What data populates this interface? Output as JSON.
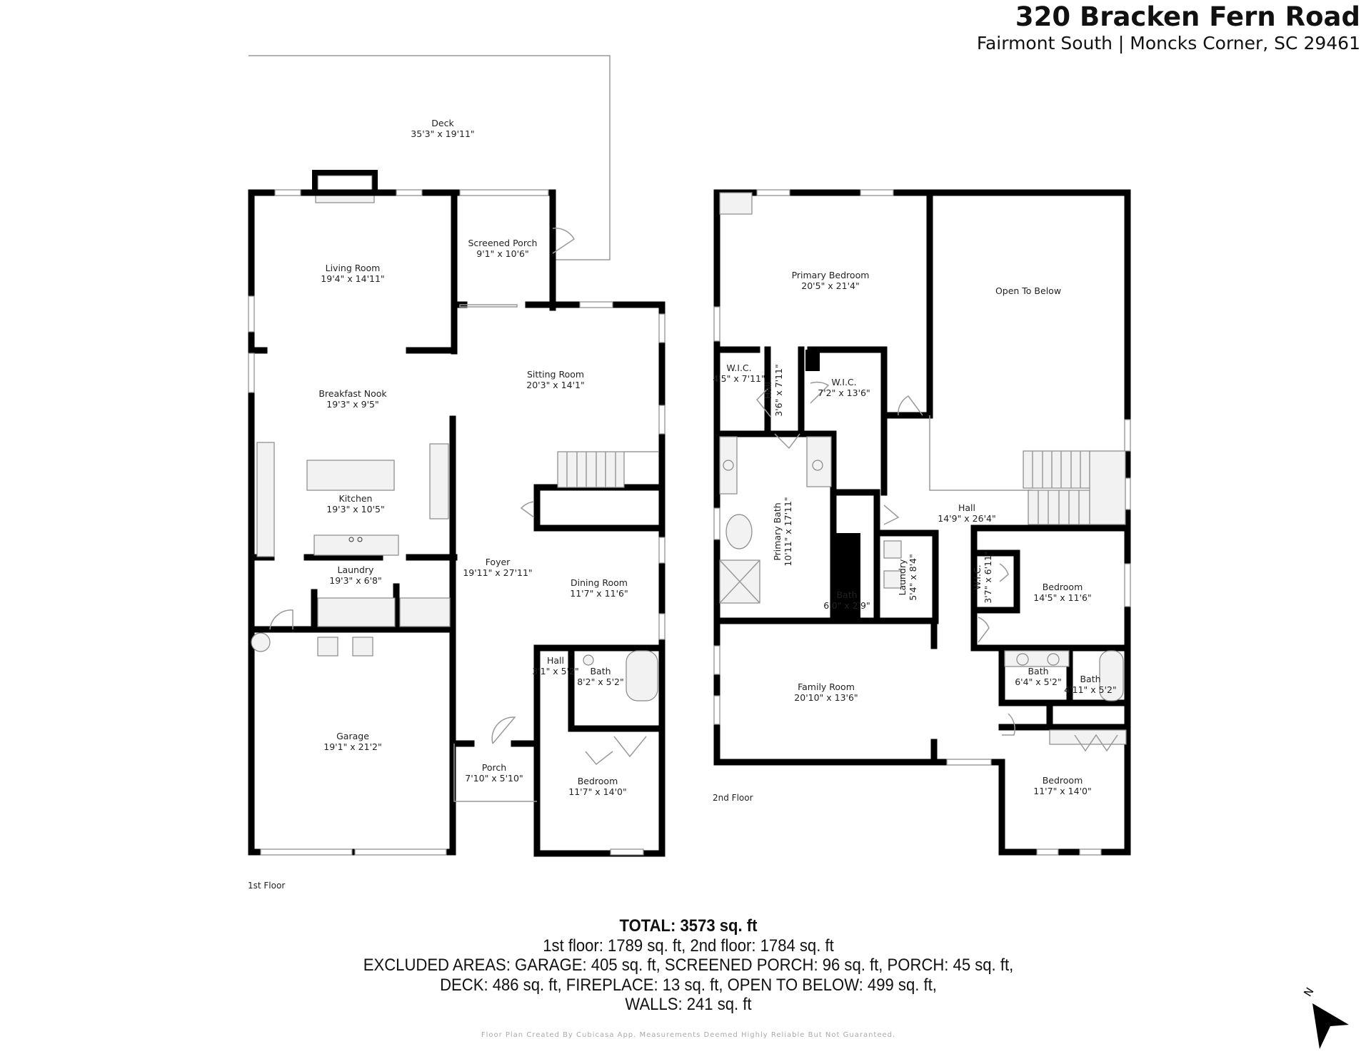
{
  "header": {
    "title": "320 Bracken Fern Road",
    "subtitle": "Fairmont South | Moncks Corner, SC 29461"
  },
  "floors": [
    {
      "label": "1st Floor",
      "rooms": [
        {
          "name": "Deck",
          "dims": "35'3\" x 19'11\""
        },
        {
          "name": "Screened Porch",
          "dims": "9'1\" x 10'6\""
        },
        {
          "name": "Living Room",
          "dims": "19'4\" x 14'11\""
        },
        {
          "name": "Breakfast Nook",
          "dims": "19'3\" x 9'5\""
        },
        {
          "name": "Sitting Room",
          "dims": "20'3\" x 14'1\""
        },
        {
          "name": "Kitchen",
          "dims": "19'3\" x 10'5\""
        },
        {
          "name": "Foyer",
          "dims": "19'11\" x 27'11\""
        },
        {
          "name": "Laundry",
          "dims": "19'3\" x 6'8\""
        },
        {
          "name": "Dining Room",
          "dims": "11'7\" x 11'6\""
        },
        {
          "name": "Hall",
          "dims": "3'1\" x 5'2\""
        },
        {
          "name": "Bath",
          "dims": "8'2\" x 5'2\""
        },
        {
          "name": "Garage",
          "dims": "19'1\" x 21'2\""
        },
        {
          "name": "Porch",
          "dims": "7'10\" x 5'10\""
        },
        {
          "name": "Bedroom",
          "dims": "11'7\" x 14'0\""
        }
      ]
    },
    {
      "label": "2nd Floor",
      "rooms": [
        {
          "name": "Primary Bedroom",
          "dims": "20'5\" x 21'4\""
        },
        {
          "name": "Open To Below",
          "dims": ""
        },
        {
          "name": "W.I.C.",
          "dims": "4'5\" x 7'11\""
        },
        {
          "name": "Hall",
          "dims": "3'6\" x 7'11\""
        },
        {
          "name": "W.I.C.",
          "dims": "7'2\" x 13'6\""
        },
        {
          "name": "Primary Bath",
          "dims": "10'11\" x 17'11\""
        },
        {
          "name": "Hall",
          "dims": "14'9\" x 26'4\""
        },
        {
          "name": "Laundry",
          "dims": "5'4\" x 8'4\""
        },
        {
          "name": "W.I.C.",
          "dims": "3'7\" x 6'11\""
        },
        {
          "name": "Bedroom",
          "dims": "14'5\" x 11'6\""
        },
        {
          "name": "Bath",
          "dims": "6'0\" x 2'9\""
        },
        {
          "name": "Family Room",
          "dims": "20'10\" x 13'6\""
        },
        {
          "name": "Bath",
          "dims": "6'4\" x 5'2\""
        },
        {
          "name": "Bath",
          "dims": "4'11\" x 5'2\""
        },
        {
          "name": "Bedroom",
          "dims": "11'7\" x 14'0\""
        }
      ]
    }
  ],
  "summary": {
    "total": "TOTAL: 3573 sq. ft",
    "floors": "1st floor: 1789 sq. ft, 2nd floor: 1784 sq. ft",
    "excluded_1": "EXCLUDED AREAS: GARAGE: 405 sq. ft, SCREENED PORCH: 96 sq. ft, PORCH: 45 sq. ft,",
    "excluded_2": "DECK: 486 sq. ft, FIREPLACE: 13 sq. ft, OPEN TO BELOW: 499 sq. ft,",
    "walls": "WALLS: 241 sq. ft"
  },
  "footer": "Floor Plan Created By Cubicasa App. Measurements Deemed Highly Reliable But Not Guaranteed.",
  "compass": {
    "label": "N",
    "icon": "north-arrow-icon"
  },
  "colors": {
    "walls": "#000000",
    "fixtures": "#f2f2f2",
    "outline": "#999999"
  }
}
